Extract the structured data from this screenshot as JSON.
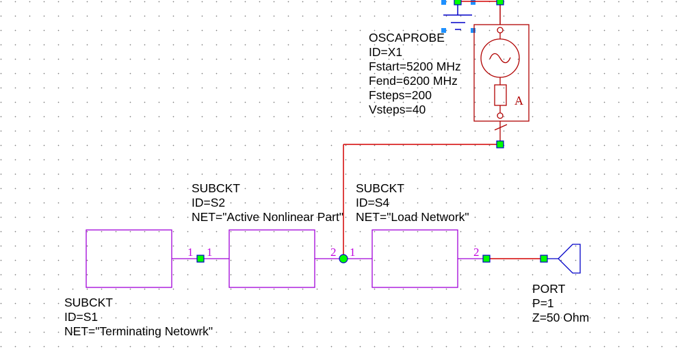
{
  "colors": {
    "subckt_outline": "#a000d8",
    "wire": "#d40000",
    "probe_outline": "#b00000",
    "node_fill": "#00ff00",
    "node_border": "#0000c8",
    "ground": "#0000c8",
    "selection_handle": "#1e90ff"
  },
  "components": {
    "probe": {
      "lines": [
        "OSCAPROBE",
        "ID=X1",
        "Fstart=5200 MHz",
        "Fend=6200 MHz",
        "Fsteps=200",
        "Vsteps=40"
      ],
      "symbol_label": "A",
      "icon": "ac-source-icon"
    },
    "s1": {
      "lines": [
        "SUBCKT",
        "ID=S1",
        "NET=\"Terminating Netowrk\""
      ],
      "pins": [
        "1"
      ]
    },
    "s2": {
      "lines": [
        "SUBCKT",
        "ID=S2",
        "NET=\"Active Nonlinear Part\""
      ],
      "pins": [
        "1",
        "2"
      ]
    },
    "s4": {
      "lines": [
        "SUBCKT",
        "ID=S4",
        "NET=\"Load Network\""
      ],
      "pins": [
        "1",
        "2"
      ]
    },
    "port": {
      "lines": [
        "PORT",
        "P=1",
        "Z=50 Ohm"
      ]
    },
    "ground": {
      "icon": "ground-icon",
      "selected": true
    }
  }
}
